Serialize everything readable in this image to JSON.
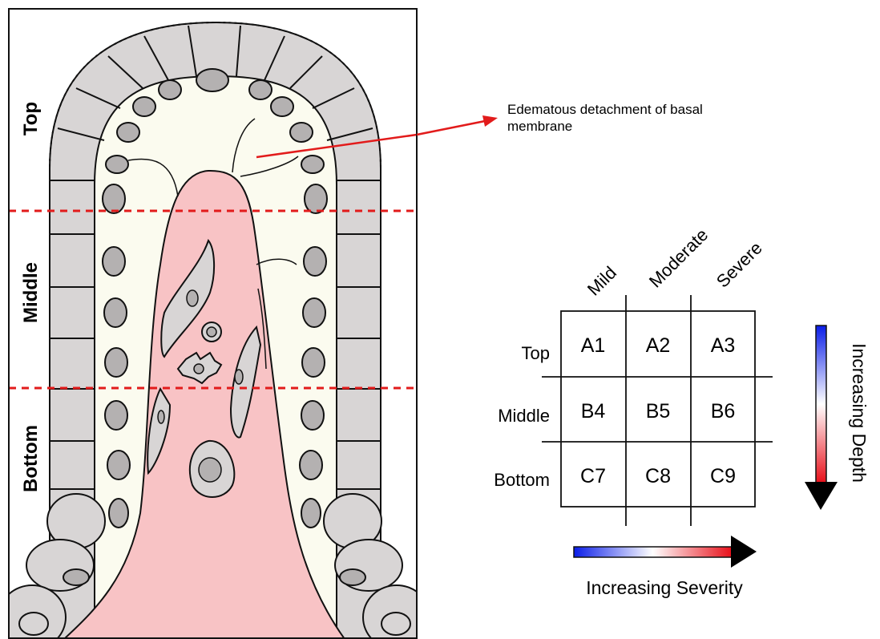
{
  "villus": {
    "zones": [
      "Top",
      "Middle",
      "Bottom"
    ],
    "annotation": "Edematous detachment of basal membrane",
    "colors": {
      "cell": "#d8d5d5",
      "nucleus": "#b4b1b1",
      "lamina": "#f8c3c5",
      "edema": "#fbfbef",
      "divider": "#e21b1b",
      "arrow": "#e21b1b"
    }
  },
  "grid": {
    "columns": [
      "Mild",
      "Moderate",
      "Severe"
    ],
    "rows": [
      {
        "label": "Top",
        "cells": [
          "A1",
          "A2",
          "A3"
        ]
      },
      {
        "label": "Middle",
        "cells": [
          "B4",
          "B5",
          "B6"
        ]
      },
      {
        "label": "Bottom",
        "cells": [
          "C7",
          "C8",
          "C9"
        ]
      }
    ],
    "severity_label": "Increasing Severity",
    "depth_label": "Increasing Depth",
    "gradient": {
      "start": "#0a1de8",
      "mid": "#ffffff",
      "end": "#e8101a"
    }
  }
}
